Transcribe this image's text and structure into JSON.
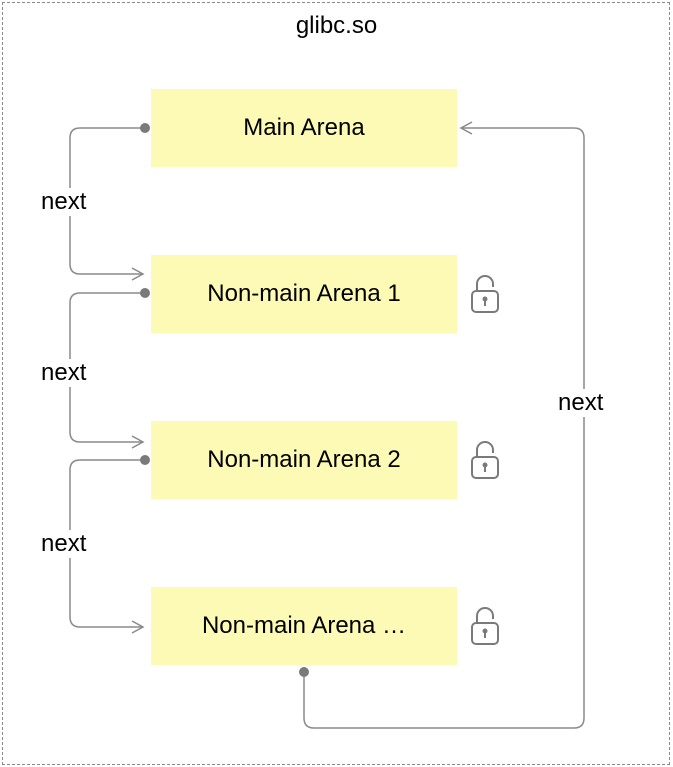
{
  "title": "glibc.so",
  "colors": {
    "arena_fill": "#fdfab5",
    "wire": "#8a8a8a",
    "border": "#8a8a8a",
    "lock": "#7a7a7a"
  },
  "arenas": [
    {
      "label": "Main Arena",
      "locked": false
    },
    {
      "label": "Non-main Arena 1",
      "locked": true
    },
    {
      "label": "Non-main Arena 2",
      "locked": true
    },
    {
      "label": "Non-main Arena …",
      "locked": true
    }
  ],
  "links": [
    "next",
    "next",
    "next",
    "next"
  ],
  "icons": {
    "lock": "padlock-icon"
  }
}
